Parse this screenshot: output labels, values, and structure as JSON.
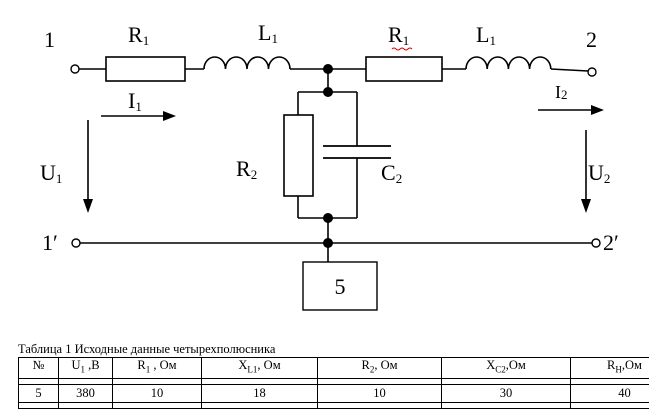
{
  "diagram": {
    "terminals": {
      "t1": "1",
      "t2": "2",
      "t1p": "1′",
      "t2p": "2′"
    },
    "components": {
      "r1_left": {
        "name": "R",
        "sub": "1"
      },
      "l1_left": {
        "name": "L",
        "sub": "1"
      },
      "r1_right": {
        "name": "R",
        "sub": "1"
      },
      "l1_right": {
        "name": "L",
        "sub": "1"
      },
      "r2": {
        "name": "R",
        "sub": "2"
      },
      "c2": {
        "name": "C",
        "sub": "2"
      }
    },
    "currents": {
      "i1": {
        "name": "I",
        "sub": "1"
      },
      "i2": {
        "name": "I",
        "sub": "2"
      }
    },
    "voltages": {
      "u1": {
        "name": "U",
        "sub": "1"
      },
      "u2": {
        "name": "U",
        "sub": "2"
      }
    },
    "variant_box": "5"
  },
  "table": {
    "caption": "Таблица  1 Исходные данные четырехполюсника",
    "headers": [
      {
        "main": "№",
        "sub": "",
        "suffix": ""
      },
      {
        "main": "U",
        "sub": "1",
        "suffix": " ,В"
      },
      {
        "main": "R",
        "sub": "1",
        "suffix": " , Ом"
      },
      {
        "main": "X",
        "sub": "L1",
        "suffix": ", Ом"
      },
      {
        "main": "R",
        "sub": "2",
        "suffix": ", Ом"
      },
      {
        "main": "X",
        "sub": "C2",
        "suffix": ",Ом"
      },
      {
        "main": "R",
        "sub": "Н",
        "suffix": ",Ом"
      }
    ],
    "rows": [
      [
        "5",
        "380",
        "10",
        "18",
        "10",
        "30",
        "40"
      ]
    ]
  }
}
